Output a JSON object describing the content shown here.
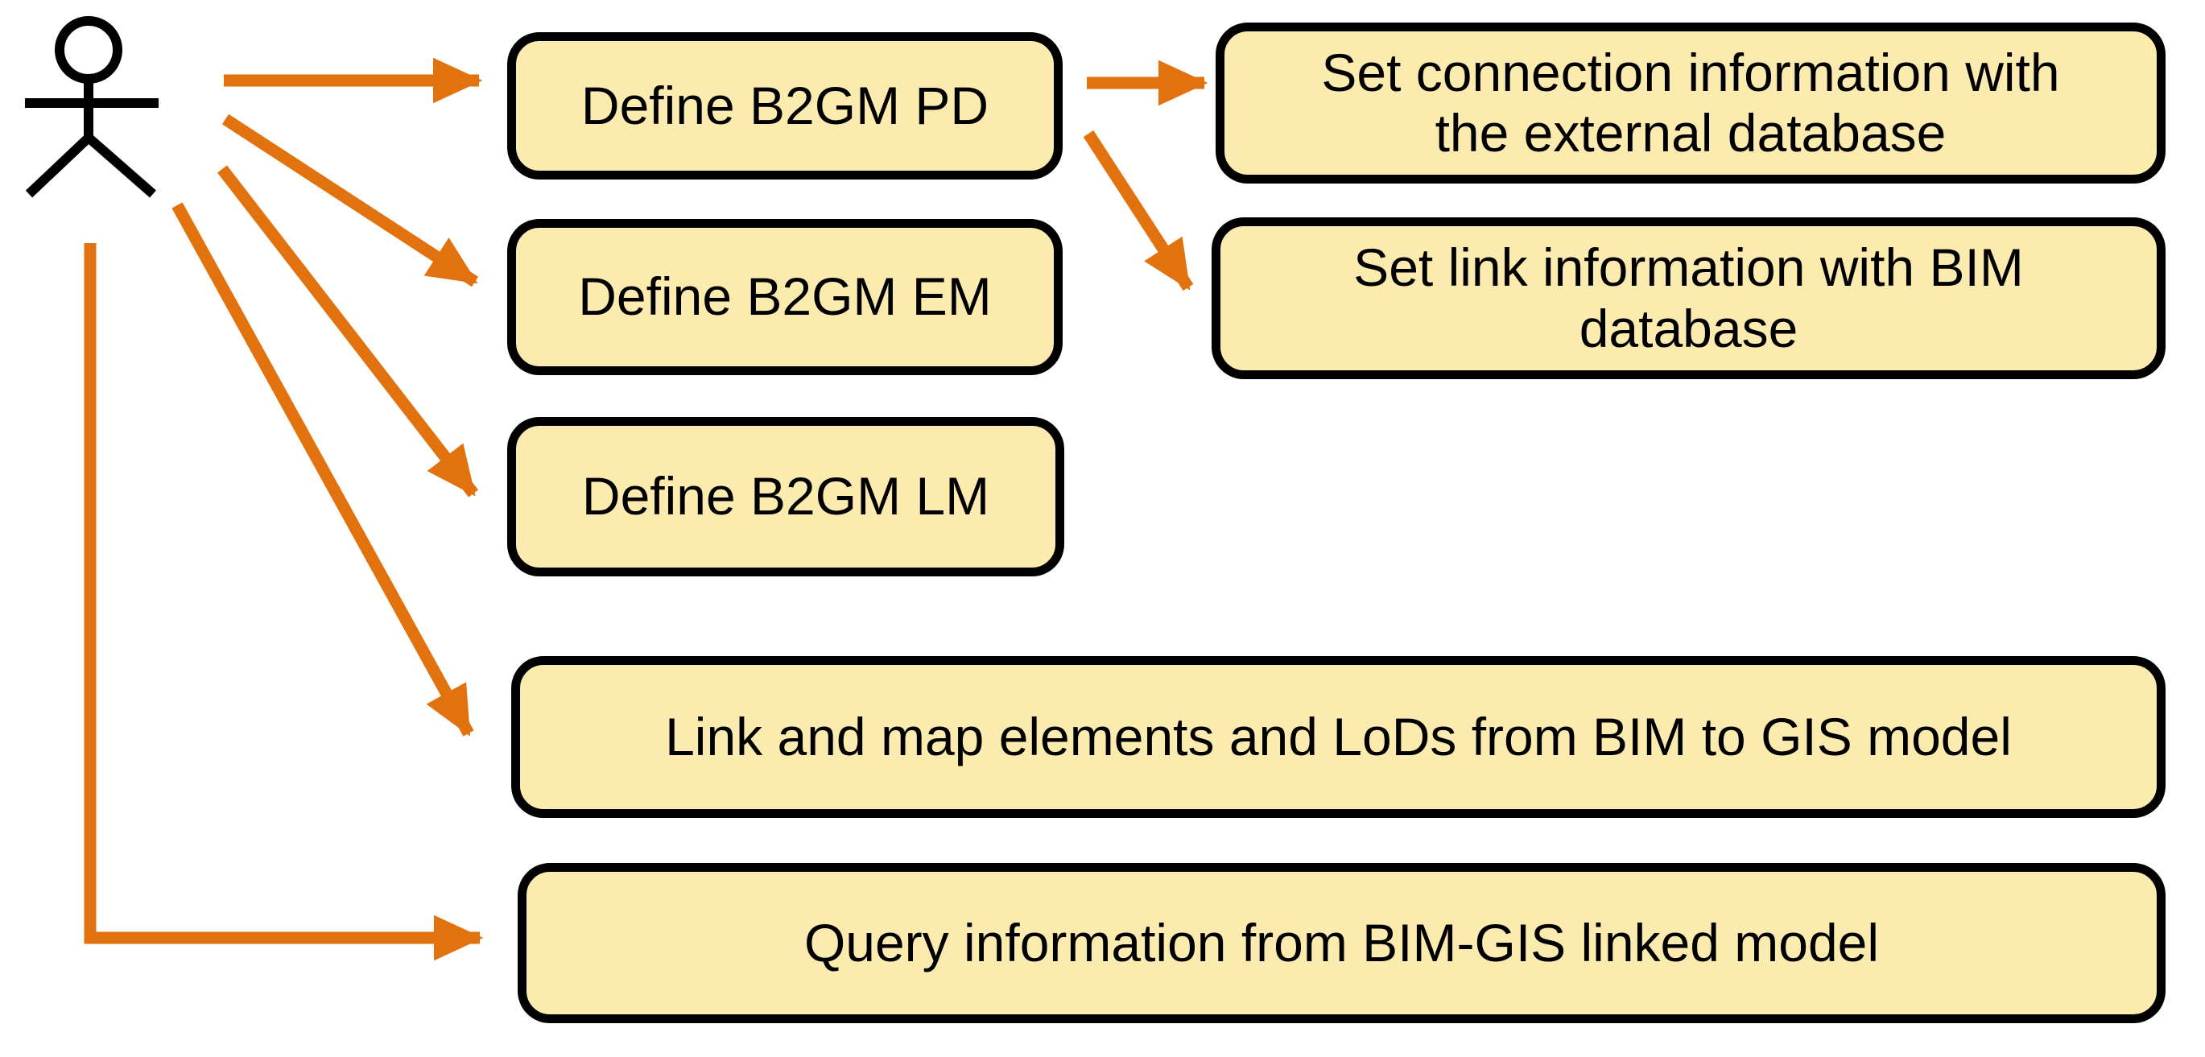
{
  "diagram": {
    "type": "use-case-diagram",
    "background": "#FFFFFF",
    "colors": {
      "bg": "#FFFFFF",
      "box_fill": "#FCEBAE",
      "box_border": "#000000",
      "text": "#000000",
      "arrow": "#E2720E",
      "actor": "#000000"
    },
    "actor": {
      "icon": "stick-figure-actor-icon"
    },
    "boxes": [
      {
        "id": "define-b2gm-pd",
        "label": "Define B2GM PD"
      },
      {
        "id": "define-b2gm-em",
        "label": "Define B2GM EM"
      },
      {
        "id": "define-b2gm-lm",
        "label": "Define B2GM LM"
      },
      {
        "id": "set-connection-info",
        "label": "Set connection information with\nthe external database"
      },
      {
        "id": "set-link-info",
        "label": "Set link information with BIM\ndatabase"
      },
      {
        "id": "link-map-elements",
        "label": "Link and map elements and LoDs from BIM to GIS model"
      },
      {
        "id": "query-information",
        "label": "Query information from BIM-GIS linked model"
      }
    ],
    "arrows": [
      {
        "from": "actor",
        "to": "define-b2gm-pd"
      },
      {
        "from": "actor",
        "to": "define-b2gm-em"
      },
      {
        "from": "actor",
        "to": "define-b2gm-lm"
      },
      {
        "from": "actor",
        "to": "link-map-elements"
      },
      {
        "from": "actor",
        "to": "query-information"
      },
      {
        "from": "define-b2gm-pd",
        "to": "set-connection-info"
      },
      {
        "from": "define-b2gm-pd",
        "to": "set-link-info"
      }
    ]
  }
}
